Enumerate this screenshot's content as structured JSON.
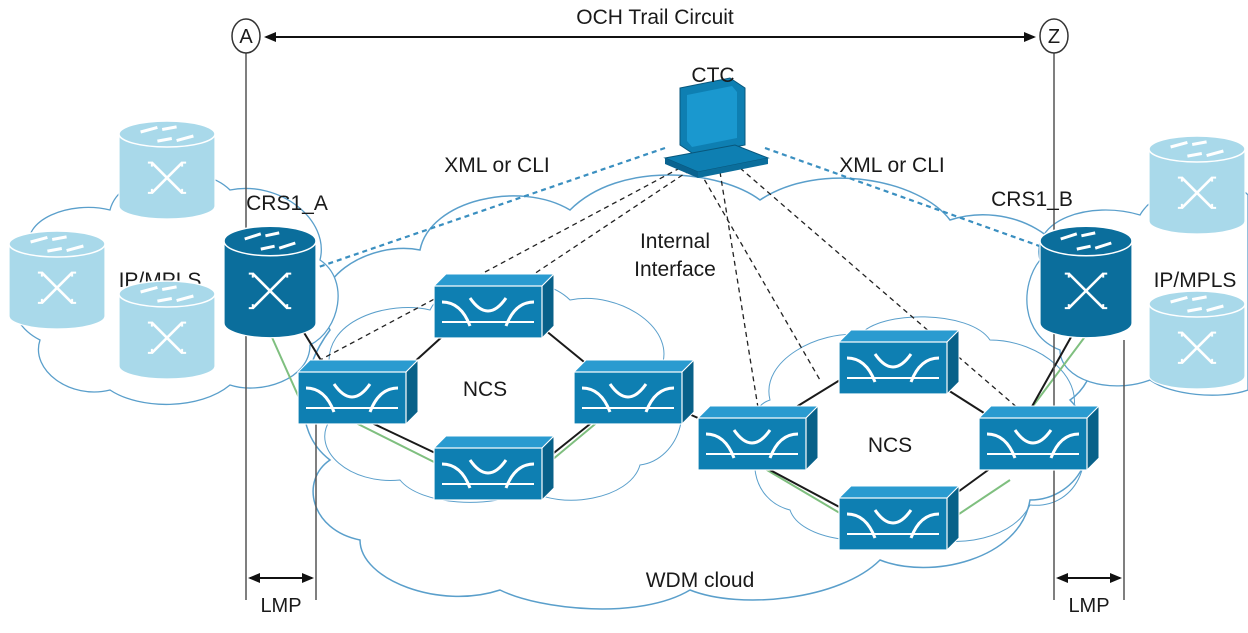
{
  "endpoints": {
    "a": "A",
    "z": "Z"
  },
  "trail_label": "OCH Trail Circuit",
  "ctc_label": "CTC",
  "xml_cli_left": "XML or CLI",
  "xml_cli_right": "XML or CLI",
  "crs_left": "CRS1_A",
  "crs_right": "CRS1_B",
  "ipmpls_left": "IP/MPLS",
  "ipmpls_right": "IP/MPLS",
  "internal_interface": [
    "Internal",
    "Interface"
  ],
  "ncs_left": "NCS",
  "ncs_right": "NCS",
  "wdm_cloud": "WDM cloud",
  "lmp_left": "LMP",
  "lmp_right": "LMP",
  "colors": {
    "router_light": "#a9d9ea",
    "router_dark": "#0b6e9c",
    "switch": "#0e7fb2",
    "cloud_stroke": "#5a9fcb",
    "dotted_link": "#3a8fc0",
    "optical_link": "#7fbf7f"
  }
}
